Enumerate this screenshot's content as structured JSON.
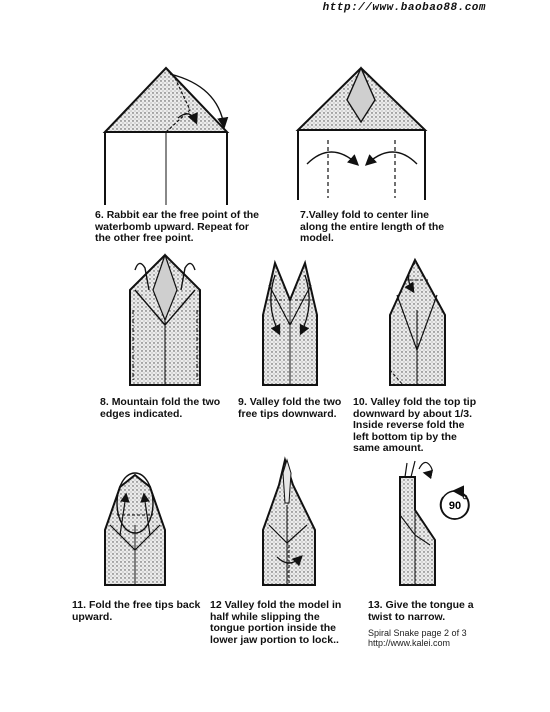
{
  "header": {
    "url": "http://www.baobao88.com"
  },
  "steps": [
    {
      "number": "6.",
      "text": "Rabbit ear the free point of the waterbomb upward. Repeat for the other free point."
    },
    {
      "number": "7.",
      "text": "Valley fold to center line along the entire length of the model."
    },
    {
      "number": "8.",
      "text": "Mountain fold the two edges indicated."
    },
    {
      "number": "9.",
      "text": "Valley fold the two free tips downward."
    },
    {
      "number": "10.",
      "text": "Valley fold the top tip downward by about 1/3. Inside reverse fold  the left bottom tip by the same amount."
    },
    {
      "number": "11.",
      "text": "Fold the free tips back upward."
    },
    {
      "number": "12",
      "text": "Valley fold the model in half while slipping the tongue portion inside the lower jaw portion to lock.."
    },
    {
      "number": "13.",
      "text": "Give the tongue a twist to narrow."
    }
  ],
  "rotation_label": "90",
  "footer": {
    "title": "Spiral Snake  page 2 of 3",
    "url": "http://www.kalei.com"
  },
  "colors": {
    "line": "#111111",
    "paper_fill": "#d9d9d9"
  }
}
